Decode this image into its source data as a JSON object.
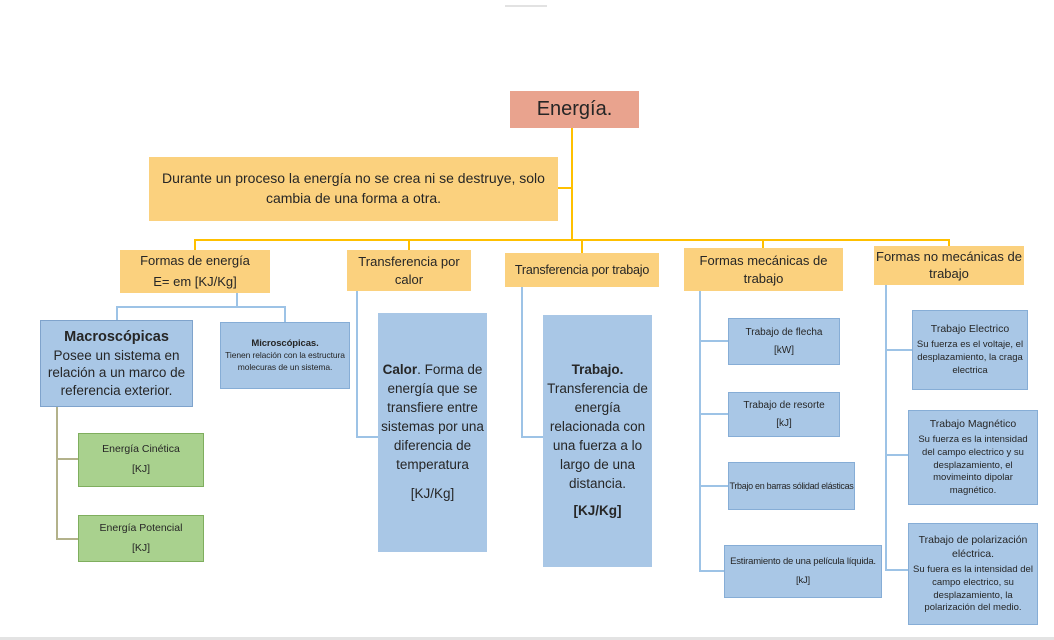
{
  "palette": {
    "root_fill": "#E9A38E",
    "branch_fill": "#FBD17E",
    "connector_gold": "#FFC000",
    "node_blue_fill": "#A9C7E6",
    "connector_blue": "#9DC3E6",
    "node_green_fill": "#A9D18E",
    "connector_olive": "#B3B28B",
    "text": "#262626"
  },
  "root": {
    "label": "Energía."
  },
  "principle": {
    "text": "Durante un proceso la energía no se crea ni se destruye, solo cambia de una forma a otra."
  },
  "branches": {
    "formas": {
      "line1": "Formas de energía",
      "line2": "E= em [KJ/Kg]"
    },
    "transferencia_calor": {
      "label": "Transferencia por calor"
    },
    "transferencia_trabajo": {
      "label": "Transferencia por trabajo"
    },
    "formas_mecanicas": {
      "label": "Formas mecánicas de trabajo"
    },
    "formas_no_mecanicas": {
      "label": "Formas no mecánicas de trabajo"
    }
  },
  "formas_detail": {
    "macroscopicas": {
      "title": "Macroscópicas",
      "body": "Posee un sistema en relación a un marco de referencia exterior."
    },
    "microscopicas": {
      "title": "Microscópicas.",
      "body": "Tienen relación con la estructura molecuras de un sistema."
    },
    "tipos": [
      {
        "label": "Energía Cinética",
        "unit": "[KJ]"
      },
      {
        "label": "Energía Potencial",
        "unit": "[KJ]"
      }
    ]
  },
  "calor_detail": {
    "lead": "Calor",
    "body": ". Forma de energía que se transfiere entre sistemas por una diferencia de temperatura",
    "unit": "[KJ/Kg]"
  },
  "trabajo_detail": {
    "lead": "Trabajo.",
    "body": "Transferencia de energía relacionada con una fuerza a lo largo de una distancia.",
    "unit": "[KJ/Kg]"
  },
  "mecanicas_detail": [
    {
      "label": "Trabajo de flecha",
      "unit": "[kW]"
    },
    {
      "label": "Trabajo de resorte",
      "unit": "[kJ]"
    },
    {
      "label": "Trbajo en barras sólidad elásticas",
      "unit": ""
    },
    {
      "label": "Estiramiento de una película líquida.",
      "unit": "[kJ]"
    }
  ],
  "no_mecanicas_detail": [
    {
      "title": "Trabajo Electrico",
      "body": "Su fuerza es el voltaje, el desplazamiento, la craga electrica"
    },
    {
      "title": "Trabajo Magnético",
      "body": "Su fuerza es la intensidad del campo electrico y su desplazamiento, el movimeinto dipolar magnético."
    },
    {
      "title": "Trabajo de polarización eléctrica.",
      "body": "Su fuera es la intensidad del campo electrico, su desplazamiento, la polarización del medio."
    }
  ]
}
